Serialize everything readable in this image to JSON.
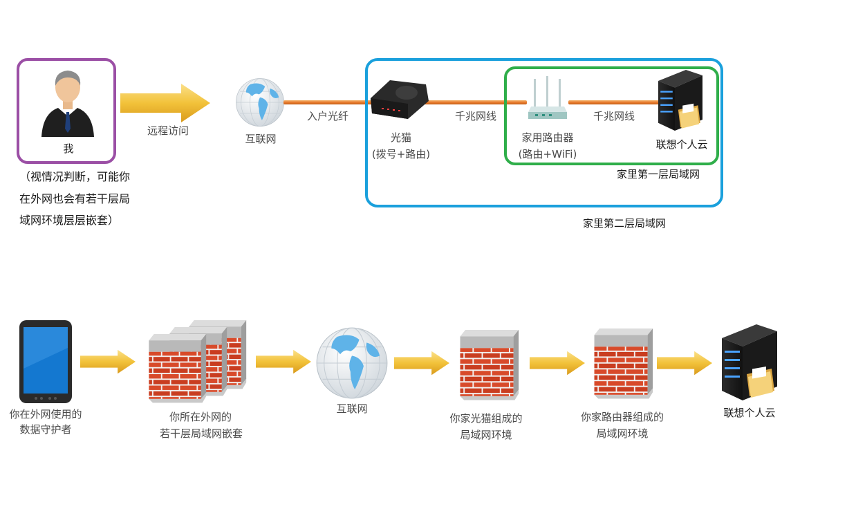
{
  "top": {
    "me_label": "我",
    "remote_label": "远程访问",
    "internet_label": "互联网",
    "fiber_label": "入户光纤",
    "modem_label_1": "光猫",
    "modem_label_2": "(拨号+路由)",
    "gigabit_label_1": "千兆网线",
    "router_label_1": "家用路由器",
    "router_label_2": "(路由+WiFi)",
    "gigabit_label_2": "千兆网线",
    "nas_label": "联想个人云",
    "lan1_label": "家里第一层局域网",
    "lan2_label": "家里第二层局域网",
    "note_lines": [
      "（视情况判断，可能你",
      "在外网也会有若干层局",
      "域网环境层层嵌套）"
    ]
  },
  "bottom": {
    "tablet_label_1": "你在外网使用的",
    "tablet_label_2": "数据守护者",
    "fw1_label_1": "你所在外网的",
    "fw1_label_2": "若干层局域网嵌套",
    "internet_label": "互联网",
    "fw2_label_1": "你家光猫组成的",
    "fw2_label_2": "局域网环境",
    "fw3_label_1": "你家路由器组成的",
    "fw3_label_2": "局域网环境",
    "nas_label": "联想个人云"
  },
  "colors": {
    "me_box": "#9b4fa5",
    "home_lan2_box": "#1aa0dc",
    "home_lan1_box": "#2fae4a",
    "cable": "#e7782a",
    "arrow": "#f0c23c",
    "brick": "#d84a2a"
  }
}
